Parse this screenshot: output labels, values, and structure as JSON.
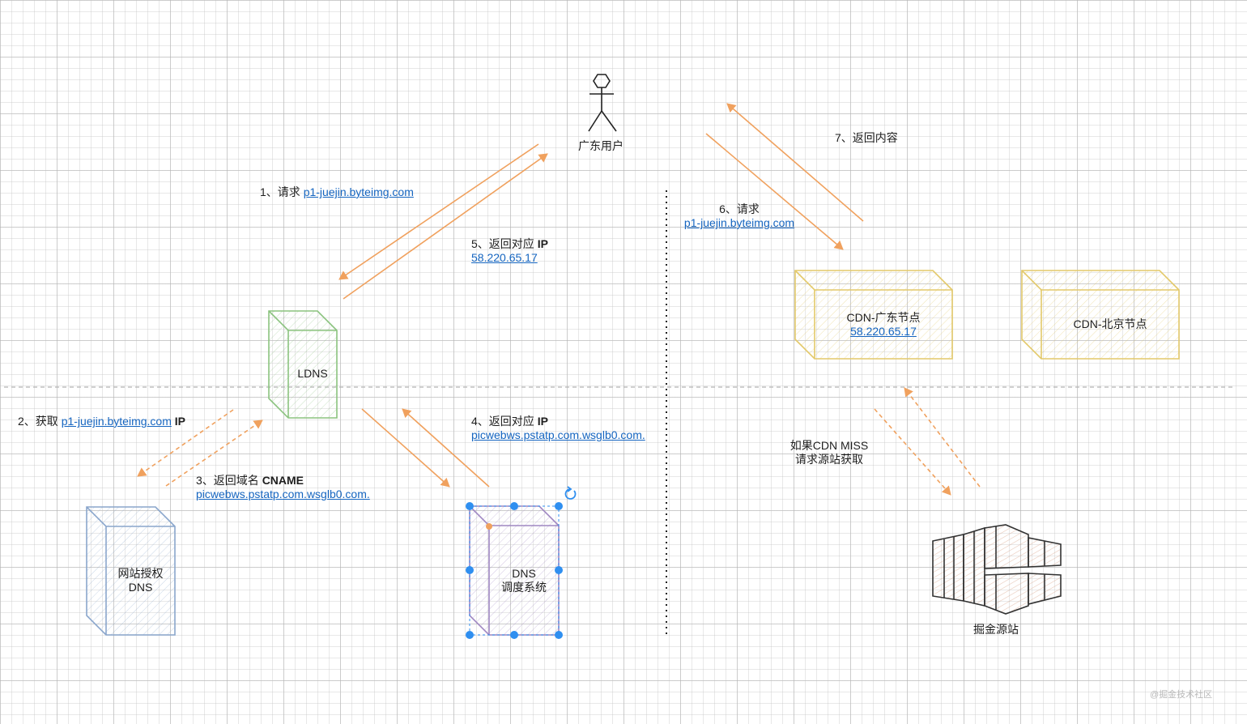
{
  "user": {
    "label": "广东用户"
  },
  "steps": {
    "s1": {
      "prefix": "1、请求 ",
      "link": "p1-juejin.byteimg.com"
    },
    "s2": {
      "prefix": "2、获取 ",
      "link": "p1-juejin.byteimg.com",
      "suffix": " IP"
    },
    "s3": {
      "prefix": "3、返回域名 ",
      "bold": "CNAME",
      "link": "picwebws.pstatp.com.wsglb0.com."
    },
    "s4": {
      "prefix": "4、返回对应 ",
      "bold": "IP",
      "link": "picwebws.pstatp.com.wsglb0.com."
    },
    "s5": {
      "prefix": "5、返回对应 ",
      "bold": "IP",
      "link": "58.220.65.17"
    },
    "s6": {
      "prefix": "6、请求",
      "link": "p1-juejin.byteimg.com"
    },
    "s7": {
      "text": "7、返回内容"
    }
  },
  "nodes": {
    "ldns": {
      "label": "LDNS"
    },
    "auth_dns": {
      "line1": "网站授权",
      "line2": "DNS"
    },
    "dns_sched": {
      "line1": "DNS",
      "line2": "调度系统"
    },
    "cdn_gd": {
      "line1": "CDN-广东节点",
      "line2": "58.220.65.17"
    },
    "cdn_bj": {
      "label": "CDN-北京节点"
    },
    "origin": {
      "label": "掘金源站"
    }
  },
  "miss_note": {
    "line1": "如果CDN MISS",
    "line2": "请求源站获取"
  },
  "watermark": "@掘金技术社区",
  "colors": {
    "arrow": "#f0a15e",
    "link": "#1565c0",
    "ldns": "#8bc37f",
    "auth_dns": "#8aa6cc",
    "dns_sched": "#9f87c2",
    "cdn": "#e3c96a",
    "origin": "#d9a48a",
    "selection": "#2f8ff0"
  }
}
